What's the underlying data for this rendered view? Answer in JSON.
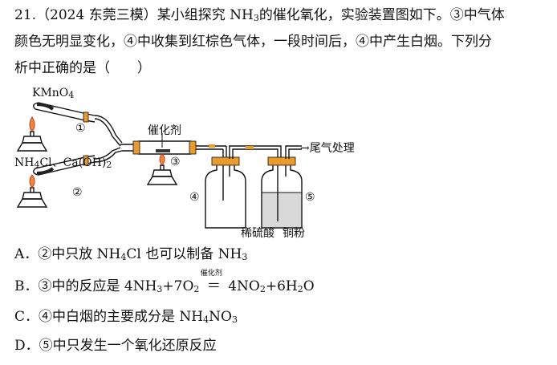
{
  "question": {
    "line1": "21.（2024 东莞三模）某小组探究 NH",
    "line1_sub": "3",
    "line1_rest": "的催化氧化，实验装置图如下。③中气体",
    "line2": "颜色无明显变化，④中收集到红棕色气体，一段时间后，④中产生白烟。下列分",
    "line3": "析中正确的是（　　）"
  },
  "diagram": {
    "kmno4": "KMnO",
    "kmno4_sub": "4",
    "nh4cl_a": "NH",
    "nh4cl_a_sub": "4",
    "nh4cl_b": "Cl、Ca(OH)",
    "nh4cl_b_sub": "2",
    "catalyst": "催化剂",
    "tail_gas": "→尾气处理",
    "acid": "稀硫酸",
    "copper": "铜粉",
    "n1": "①",
    "n2": "②",
    "n3": "③",
    "n4": "④",
    "n5": "⑤"
  },
  "options": {
    "A": {
      "prefix": "A．②中只放 NH",
      "sub1": "4",
      "mid": "Cl 也可以制备 NH",
      "sub2": "3"
    },
    "B": {
      "prefix": "B．③中的反应是 4NH",
      "sub1": "3",
      "mid1": "+7O",
      "sub2": "2",
      "eq": "＝",
      "over": "催化剂",
      "mid2": "4NO",
      "sub3": "2",
      "mid3": "+6H",
      "sub4": "2",
      "end": "O"
    },
    "C": {
      "prefix": "C．④中白烟的主要成分是 NH",
      "sub1": "4",
      "mid": "NO",
      "sub2": "3"
    },
    "D": {
      "text": "D．⑤中只发生一个氧化还原反应"
    }
  }
}
